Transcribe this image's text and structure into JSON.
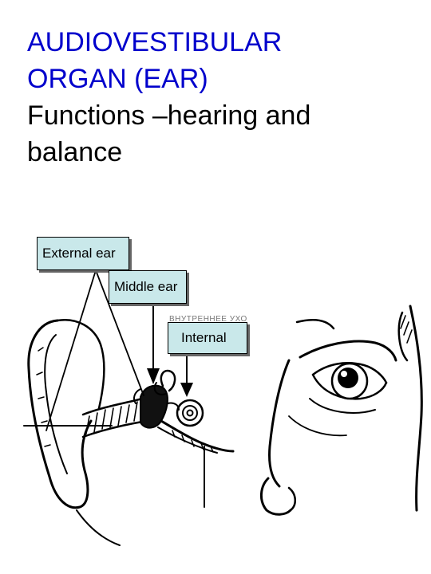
{
  "title": {
    "line1": "AUDIOVESTIBULAR",
    "line2": "ORGAN (EAR)",
    "line3": "Functions –hearing and",
    "line4": "balance"
  },
  "labels": {
    "external": "External ear",
    "middle": "Middle ear",
    "internal": "Internal",
    "faint_text": "ВНУТРЕННЕЕ УХО"
  },
  "colors": {
    "title_accent": "#0000cc",
    "callout_fill": "#c9e8ea"
  }
}
